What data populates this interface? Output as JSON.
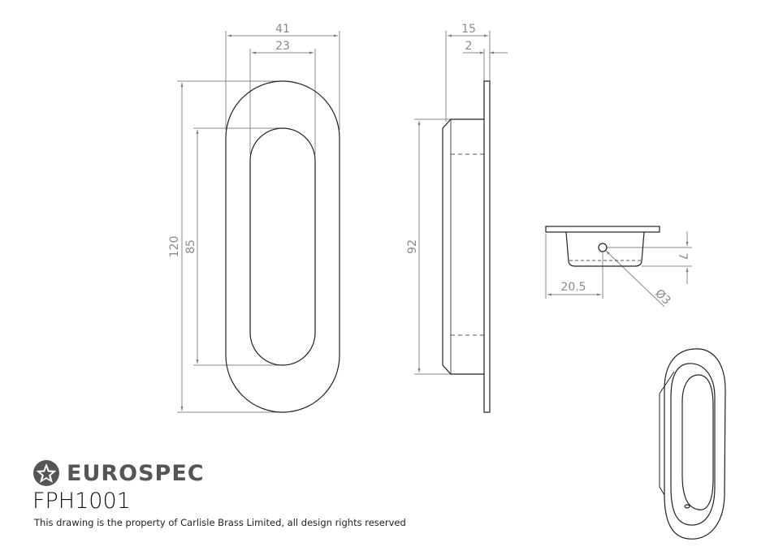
{
  "brand": {
    "name": "EUROSPEC",
    "logo_icon": "star-circle-icon"
  },
  "product_code": "FPH1001",
  "copyright_note": "This drawing is the property of Carlisle Brass Limited, all design rights reserved",
  "front_view": {
    "width_outer": "41",
    "width_inner": "23",
    "height_outer": "120",
    "height_inner": "85"
  },
  "side_view": {
    "depth": "15",
    "plate_thickness": "2",
    "recess_height": "92"
  },
  "detail_view": {
    "hole_height": "7",
    "hole_offset": "20.5",
    "hole_diameter": "Ø3"
  },
  "colors": {
    "dimension": "#8a8a8a",
    "outline": "#222222",
    "brand": "#555555"
  }
}
